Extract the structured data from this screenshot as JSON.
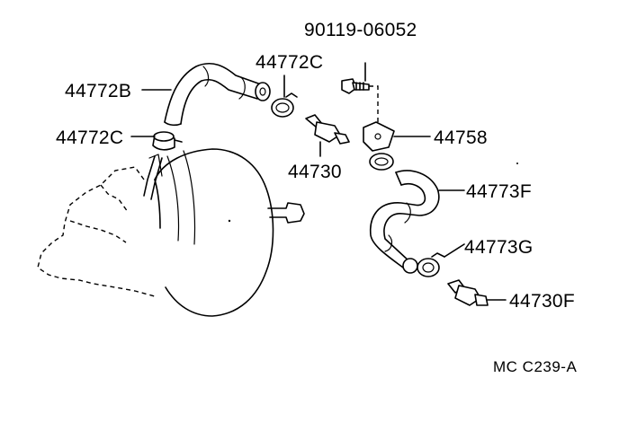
{
  "labels": {
    "bolt": "90119-06052",
    "hose_upper_right": "44772C",
    "hose_upper_left": "44772B",
    "clamp_left": "44772C",
    "valve_upper": "44730",
    "bracket": "44758",
    "hose_lower": "44773F",
    "clamp_lower": "44773G",
    "valve_lower": "44730F"
  },
  "diagram_code": "MC C239-A",
  "icons": {
    "brake_booster": "brake-booster-icon",
    "hose": "vacuum-hose-icon",
    "clamp": "hose-clamp-icon",
    "check_valve": "check-valve-icon",
    "bolt": "bolt-icon",
    "bracket": "bracket-icon"
  }
}
